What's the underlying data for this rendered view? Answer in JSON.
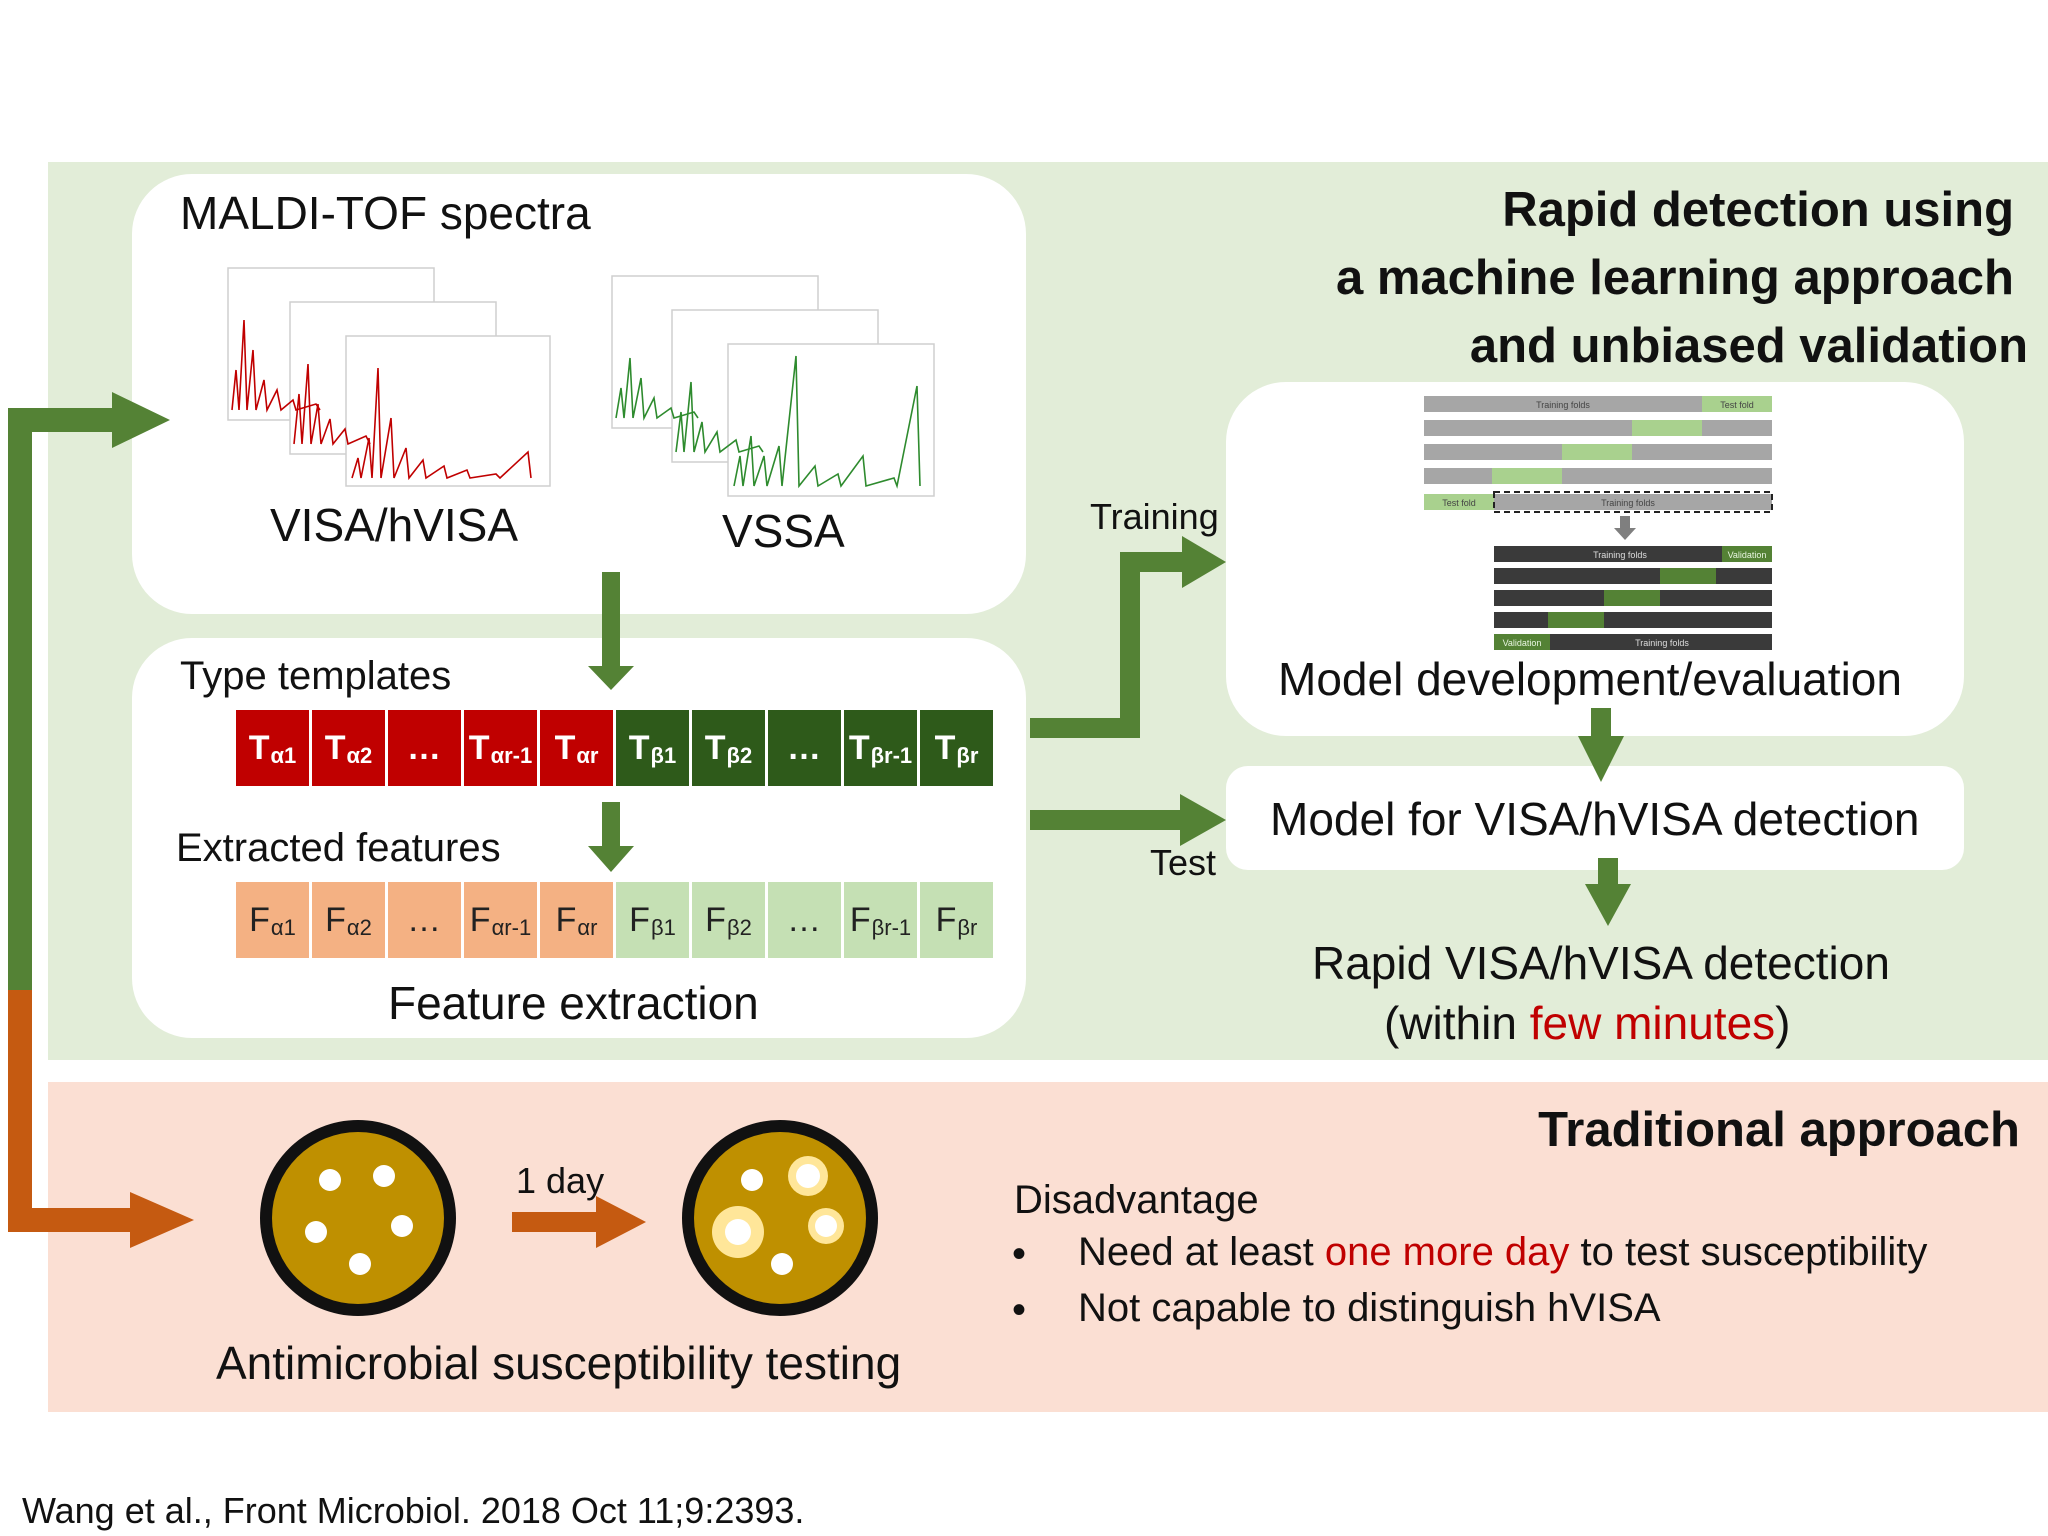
{
  "ml_section": {
    "heading_lines": [
      "Rapid detection using",
      "a machine learning approach",
      "and unbiased validation"
    ],
    "spectra_box": {
      "title": "MALDI-TOF spectra",
      "label_left": "VISA/hVISA",
      "label_right": "VSSA"
    },
    "feature_box": {
      "type_templates_label": "Type templates",
      "templates": [
        {
          "base": "T",
          "sub": "α1"
        },
        {
          "base": "T",
          "sub": "α2"
        },
        {
          "base": "…",
          "sub": ""
        },
        {
          "base": "T",
          "sub": "αr-1"
        },
        {
          "base": "T",
          "sub": "αr"
        },
        {
          "base": "T",
          "sub": "β1"
        },
        {
          "base": "T",
          "sub": "β2"
        },
        {
          "base": "…",
          "sub": ""
        },
        {
          "base": "T",
          "sub": "βr-1"
        },
        {
          "base": "T",
          "sub": "βr"
        }
      ],
      "extracted_label": "Extracted features",
      "features": [
        {
          "base": "F",
          "sub": "α1"
        },
        {
          "base": "F",
          "sub": "α2"
        },
        {
          "base": "…",
          "sub": ""
        },
        {
          "base": "F",
          "sub": "αr-1"
        },
        {
          "base": "F",
          "sub": "αr"
        },
        {
          "base": "F",
          "sub": "β1"
        },
        {
          "base": "F",
          "sub": "β2"
        },
        {
          "base": "…",
          "sub": ""
        },
        {
          "base": "F",
          "sub": "βr-1"
        },
        {
          "base": "F",
          "sub": "βr"
        }
      ],
      "caption": "Feature extraction"
    },
    "training_label": "Training",
    "test_label": "Test",
    "model_dev_box": {
      "title": "Model development/evaluation",
      "cv_training_folds": "Training folds",
      "cv_test_fold": "Test fold",
      "cv_validation": "Validation"
    },
    "model_box_label": "Model for VISA/hVISA detection",
    "result_line1": "Rapid VISA/hVISA detection",
    "result_line2_pre": "(within ",
    "result_line2_highlight": "few minutes",
    "result_line2_post": ")"
  },
  "traditional_section": {
    "heading": "Traditional approach",
    "incubation_label": "1 day",
    "caption": "Antimicrobial susceptibility testing",
    "disadvantage_title": "Disadvantage",
    "bullets": [
      {
        "pre": "Need at least ",
        "highlight": "one more day",
        "post": " to test susceptibility"
      },
      {
        "pre": "Not capable to distinguish hVISA",
        "highlight": "",
        "post": ""
      }
    ]
  },
  "citation": "Wang et al., Front Microbiol. 2018 Oct 11;9:2393.",
  "colors": {
    "ml_panel_bg": "#e2edd8",
    "traditional_panel_bg": "#fbdfd3",
    "arrow_green": "#548235",
    "arrow_orange": "#c55a11",
    "template_red": "#c00000",
    "template_green": "#2e5a1a",
    "feature_orange": "#f4b183",
    "feature_green": "#c5e0b4",
    "highlight_red": "#c00000",
    "dish_fill": "#bf9000"
  }
}
